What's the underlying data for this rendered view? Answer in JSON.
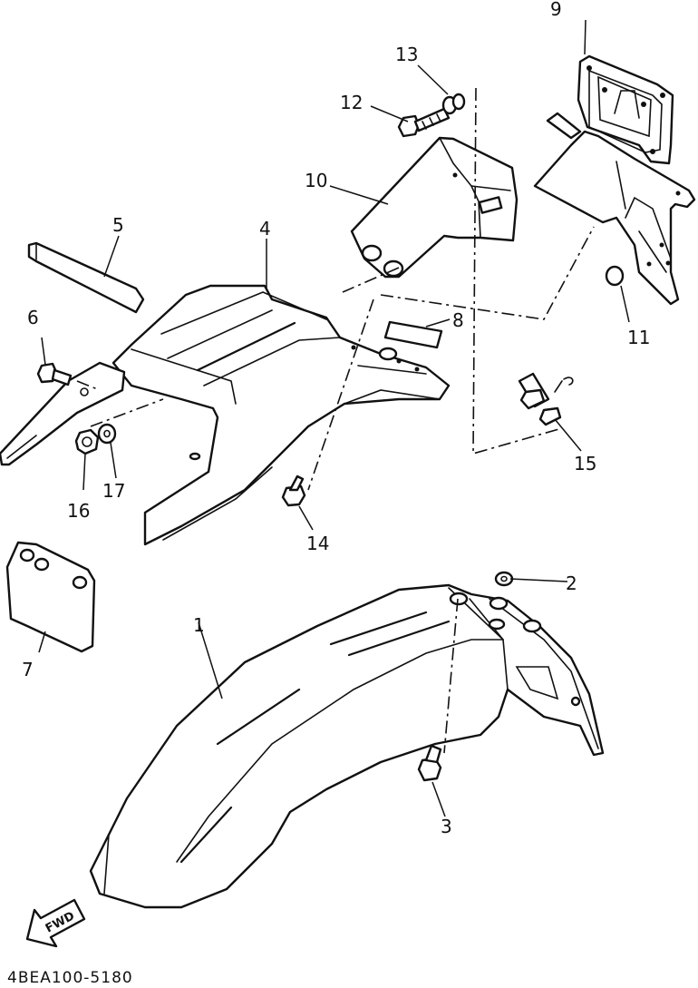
{
  "callouts": {
    "c1": "1",
    "c2": "2",
    "c3": "3",
    "c4": "4",
    "c5": "5",
    "c6": "6",
    "c7": "7",
    "c8": "8",
    "c9": "9",
    "c10": "10",
    "c11": "11",
    "c12": "12",
    "c13": "13",
    "c14": "14",
    "c15": "15",
    "c16": "16",
    "c17": "17"
  },
  "direction_arrow": {
    "label": "FWD",
    "icon": "fwd-arrow-icon"
  },
  "diagram_code": "4BEA100-5180"
}
